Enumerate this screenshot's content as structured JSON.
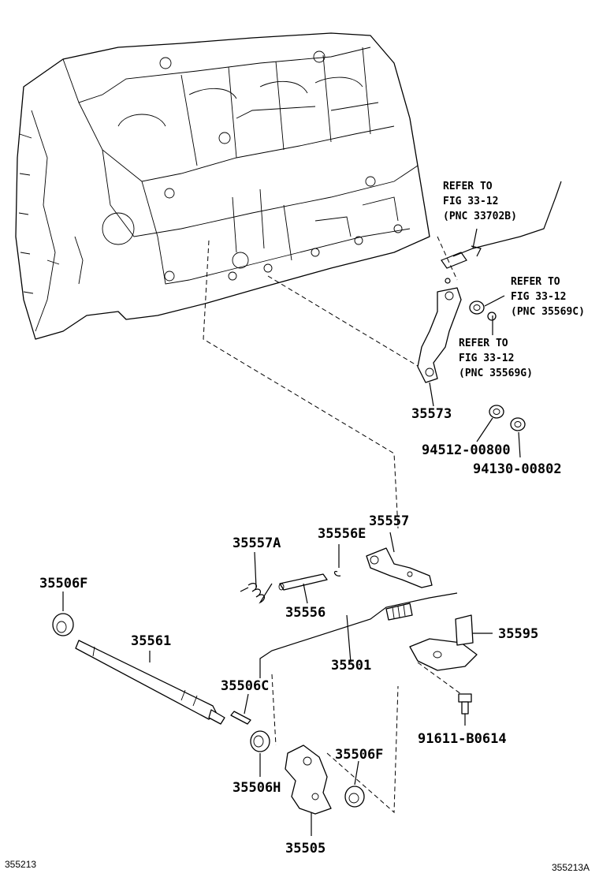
{
  "labels": {
    "p35573": "35573",
    "p94512": "94512-00800",
    "p94130": "94130-00802",
    "p35557": "35557",
    "p35557A": "35557A",
    "p35556E": "35556E",
    "p35556": "35556",
    "p35506F_left": "35506F",
    "p35561": "35561",
    "p35501": "35501",
    "p35595": "35595",
    "p35506C": "35506C",
    "p91611": "91611-B0614",
    "p35506F_right": "35506F",
    "p35506H": "35506H",
    "p35505": "35505"
  },
  "refs": {
    "ref1": [
      "REFER TO",
      "FIG 33-12",
      "(PNC 33702B)"
    ],
    "ref2": [
      "REFER TO",
      "FIG 33-12",
      "(PNC 35569C)"
    ],
    "ref3": [
      "REFER TO",
      "FIG 33-12",
      "(PNC 35569G)"
    ]
  },
  "corner": {
    "left": "355213",
    "right": "355213A"
  }
}
